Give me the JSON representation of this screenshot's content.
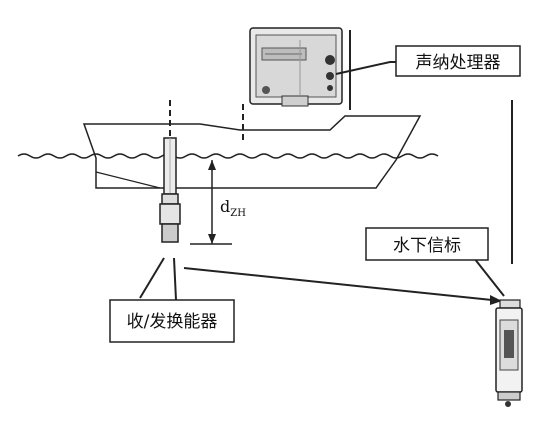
{
  "labels": {
    "sonar_processor": "声纳处理器",
    "underwater_beacon": "水下信标",
    "transceiver": "收/发换能器"
  },
  "dimension": {
    "symbol": "d",
    "subscript": "ZH"
  },
  "colors": {
    "stroke": "#222222",
    "device_fill": "#e6e6e6",
    "device_dark": "#555555"
  }
}
